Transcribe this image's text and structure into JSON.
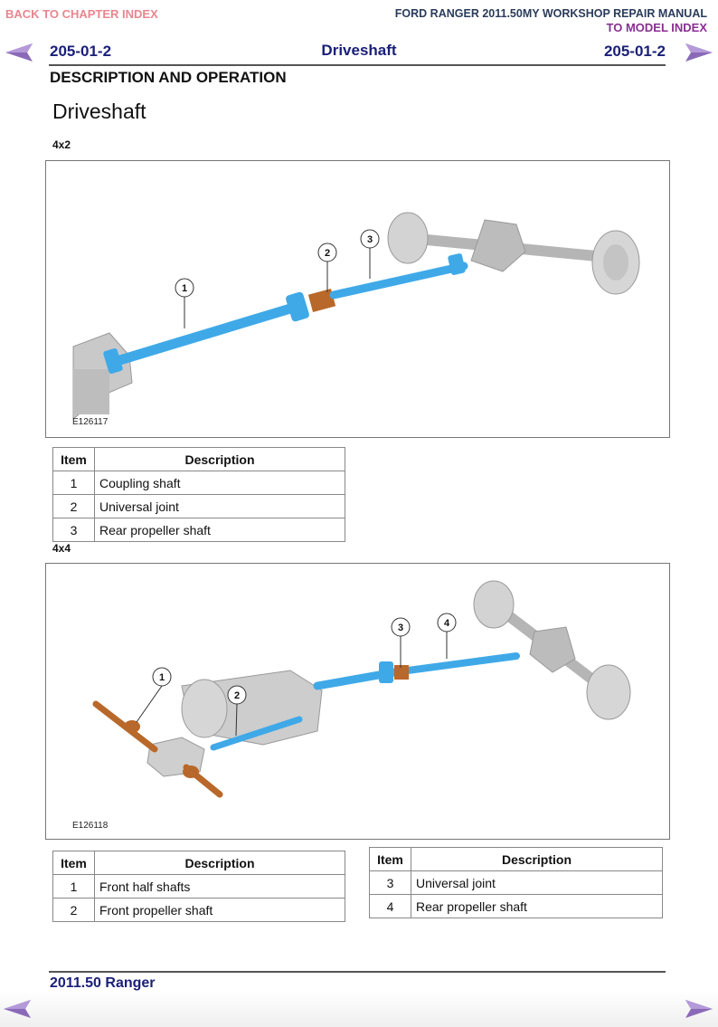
{
  "header": {
    "back_link": "BACK TO CHAPTER INDEX",
    "manual_title": "FORD RANGER 2011.50MY WORKSHOP REPAIR MANUAL",
    "model_link": "TO MODEL INDEX",
    "page_left": "205-01-2",
    "section_title": "Driveshaft",
    "page_right": "205-01-2",
    "subsection": "DESCRIPTION AND OPERATION"
  },
  "page": {
    "heading": "Driveshaft"
  },
  "figures": [
    {
      "label": "4x2",
      "figure_id": "E126117",
      "callouts": [
        "1",
        "2",
        "3"
      ],
      "tables": [
        {
          "headers": [
            "Item",
            "Description"
          ],
          "rows": [
            [
              "1",
              "Coupling shaft"
            ],
            [
              "2",
              "Universal joint"
            ],
            [
              "3",
              "Rear propeller shaft"
            ]
          ]
        }
      ]
    },
    {
      "label": "4x4",
      "figure_id": "E126118",
      "callouts": [
        "1",
        "2",
        "3",
        "4"
      ],
      "tables": [
        {
          "headers": [
            "Item",
            "Description"
          ],
          "rows": [
            [
              "1",
              "Front half shafts"
            ],
            [
              "2",
              "Front propeller shaft"
            ]
          ]
        },
        {
          "headers": [
            "Item",
            "Description"
          ],
          "rows": [
            [
              "3",
              "Universal joint"
            ],
            [
              "4",
              "Rear propeller shaft"
            ]
          ]
        }
      ]
    }
  ],
  "footer": {
    "title": "2011.50 Ranger"
  },
  "colors": {
    "shaft_blue": "#3fa9e8",
    "joint_orange": "#b8682a",
    "nav_purple": "#8a6ab8",
    "title_navy": "#1a1f78"
  }
}
